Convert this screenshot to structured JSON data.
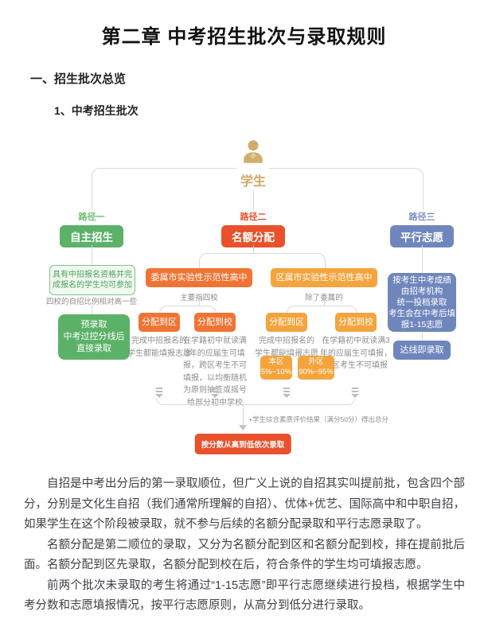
{
  "page": {
    "title": "第二章 中考招生批次与录取规则",
    "section": "一、招生批次总览",
    "subsection": "1、中考招生批次"
  },
  "flowchart": {
    "student_label": "学生",
    "path1": {
      "tag": "路径一",
      "button": "自主招生",
      "eligibility": "具有中招报名资格并完\n成报名的学生均可参加",
      "note": "四校的自招比例相对高一些",
      "result": "预录取\n中考过控分线后\n直接录取"
    },
    "path2": {
      "tag": "路径二",
      "button": "名额分配",
      "municipal": {
        "title": "委属市实验性示范性高中",
        "note": "主要指四校",
        "to_district": {
          "label": "分配到区",
          "detail": "完成中招报名的\n学生都能填报志愿"
        },
        "to_school": {
          "label": "分配到校",
          "detail": "在学籍初中就读满\n3年的应届生可填\n报，跨区考生不可\n填报，以均衡随机\n为原则抽签或摇号\n给部分初中学校"
        }
      },
      "district": {
        "title": "区属市实验性示范性高中",
        "note": "除了委属的",
        "to_district": {
          "label": "分配到区",
          "detail": "完成中招报名的\n学生都能填报志愿",
          "quota_local": "本区\n5%~10%",
          "quota_outer": "外区\n90%~95%"
        },
        "to_school": {
          "label": "分配到校",
          "detail": "在学籍初中就读满3\n年的应届生可填报，\n跨区考生不可填报"
        }
      }
    },
    "path3": {
      "tag": "路径三",
      "button": "平行志愿",
      "detail": "按考生中考成绩\n由招考机构\n统一投档录取\n考生会在中考后填\n报1-15志愿",
      "result": "达线即录取"
    },
    "merge_note": "+学生综合素质评价结果（满分50分）得出总分",
    "final": "按分数从高到低依次录取"
  },
  "paragraphs": [
    "自招是中考出分后的第一录取顺位，但广义上说的自招其实叫提前批，包含四个部分，分别是文化生自招（我们通常所理解的自招）、优体+优艺、国际高中和中职自招，如果学生在这个阶段被录取，就不参与后续的名额分配录取和平行志愿录取了。",
    "名额分配是第二顺位的录取，又分为名额分配到区和名额分配到校，排在提前批后面。名额分配到区先录取，名额分配到校在后，符合条件的学生均可填报志愿。",
    "前两个批次未录取的考生将通过“1-15志愿”即平行志愿继续进行投档，根据学生中考分数和志愿填报情况，按平行志愿原则，从高分到低分进行录取。"
  ],
  "colors": {
    "green": "#5cb168",
    "red": "#e8512b",
    "orange": "#ef7434",
    "amber": "#f3a43d",
    "blue": "#6f86bd",
    "tan": "#d1ac6b"
  }
}
